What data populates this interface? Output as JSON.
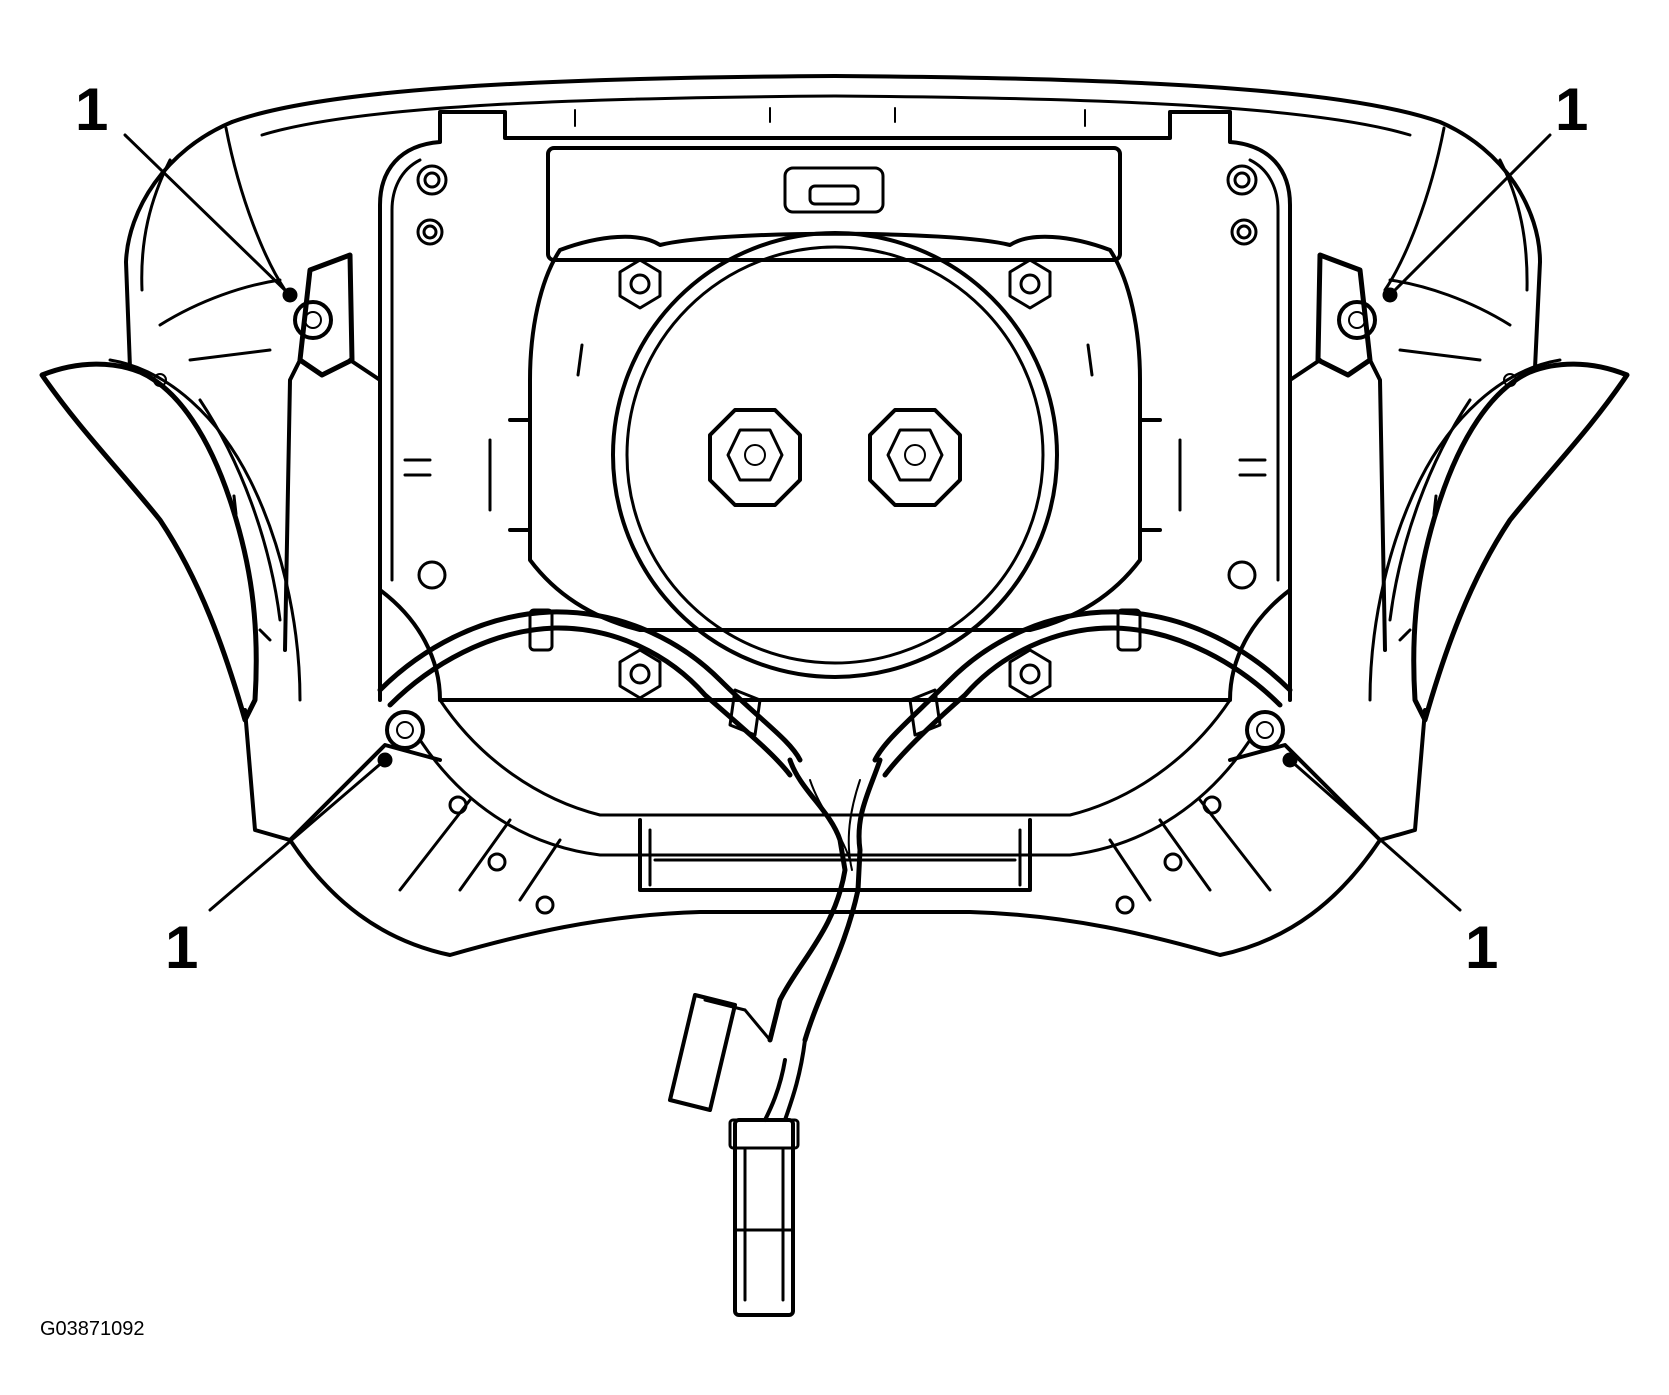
{
  "callouts": [
    {
      "id": "top-left",
      "label": "1"
    },
    {
      "id": "top-right",
      "label": "1"
    },
    {
      "id": "bottom-left",
      "label": "1"
    },
    {
      "id": "bottom-right",
      "label": "1"
    }
  ],
  "figure_id": "G03871092"
}
